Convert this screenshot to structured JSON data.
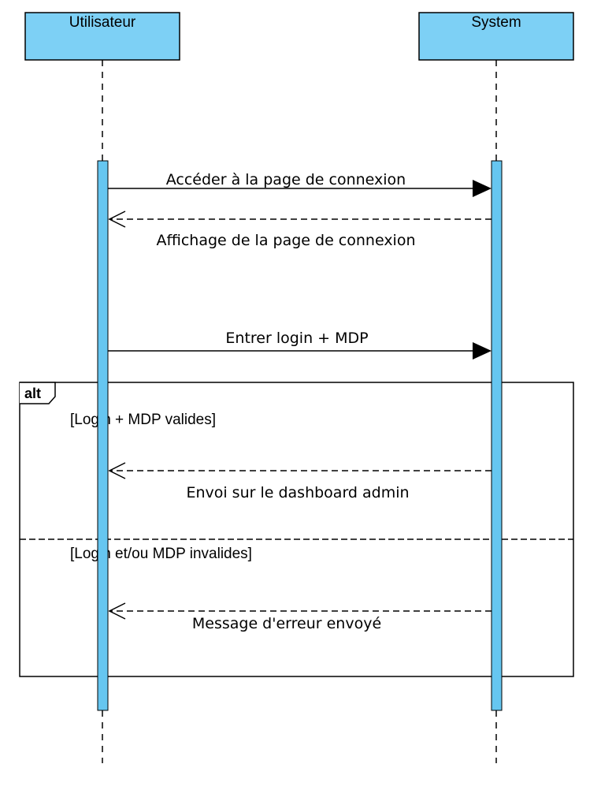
{
  "colors": {
    "actor_fill": "#7dd0f5",
    "activation_fill": "#66c6f0",
    "stroke": "#000000"
  },
  "participants": [
    {
      "id": "user",
      "label": "Utilisateur"
    },
    {
      "id": "system",
      "label": "System"
    }
  ],
  "messages": [
    {
      "id": "msg-1",
      "from": "user",
      "to": "system",
      "style": "sync",
      "label": "Accéder à la page de connexion"
    },
    {
      "id": "msg-2",
      "from": "system",
      "to": "user",
      "style": "reply",
      "label": "Affichage de la page de connexion"
    },
    {
      "id": "msg-3",
      "from": "user",
      "to": "system",
      "style": "sync",
      "label": "Entrer login + MDP"
    },
    {
      "id": "msg-4",
      "from": "system",
      "to": "user",
      "style": "reply",
      "label": "Envoi sur le dashboard admin"
    },
    {
      "id": "msg-5",
      "from": "system",
      "to": "user",
      "style": "reply",
      "label": "Message d'erreur envoyé"
    }
  ],
  "alt_fragment": {
    "tag": "alt",
    "guards": [
      {
        "label": "[Login + MDP valides]"
      },
      {
        "label": "[Login et/ou MDP invalides]"
      }
    ]
  }
}
